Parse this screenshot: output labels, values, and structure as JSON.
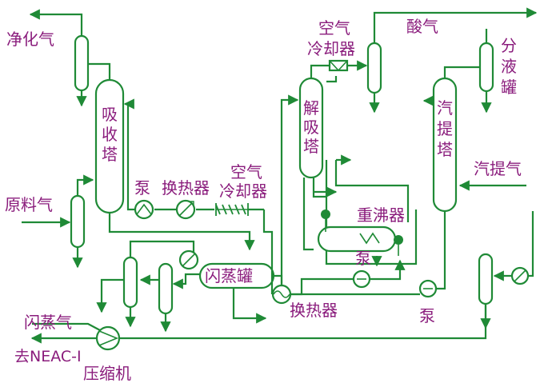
{
  "colors": {
    "line": "#1f8a36",
    "label": "#8a1c7c",
    "background": "#ffffff"
  },
  "labels": {
    "purified_gas": "净化气",
    "raw_gas": "原料气",
    "absorber": [
      "吸",
      "收",
      "塔"
    ],
    "pump_left": "泵",
    "heat_exchanger_top": "换热器",
    "air_cooler_mid": [
      "空气",
      "冷却器"
    ],
    "flash_tank": "闪蒸罐",
    "heat_exchanger_bottom": "换热器",
    "flash_gas": "闪蒸气",
    "to_neac": "去NEAC-I",
    "compressor": "压缩机",
    "air_cooler_top": [
      "空气",
      "冷却器"
    ],
    "acid_gas": "酸气",
    "desorber": [
      "解",
      "吸",
      "塔"
    ],
    "reboiler": "重沸器",
    "pump_reboiler": "泵",
    "pump_bottom": "泵",
    "stripper": [
      "汽",
      "提",
      "塔"
    ],
    "separator": [
      "分",
      "液",
      "罐"
    ],
    "stripping_gas": "汽提气"
  }
}
